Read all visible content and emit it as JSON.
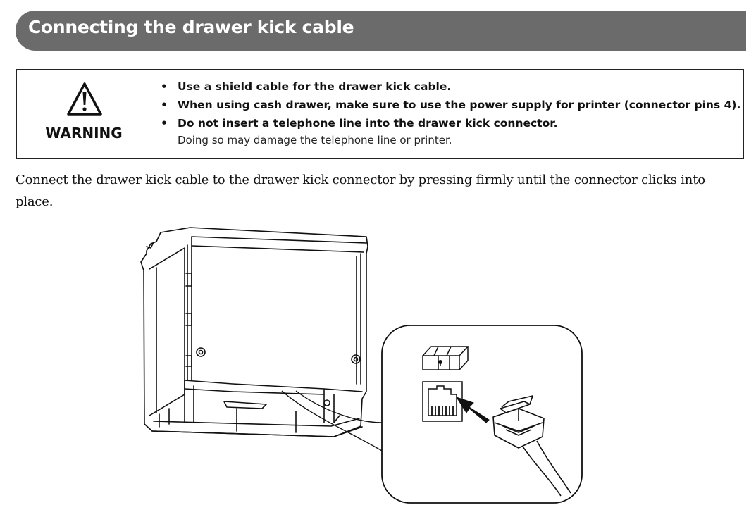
{
  "header": {
    "title": "Connecting the drawer kick cable",
    "background_color": "#6b6b6b",
    "text_color": "#ffffff"
  },
  "warning": {
    "label": "WARNING",
    "icon": "warning-triangle-icon",
    "bullet": "•",
    "items": [
      {
        "text": "Use a shield cable for the drawer kick cable."
      },
      {
        "text": "When using cash drawer, make sure to use the power supply for printer (connector pins 4)."
      },
      {
        "text": "Do not insert a telephone line into the drawer kick connector.",
        "sub": "Doing so may damage the telephone line or printer."
      }
    ]
  },
  "body": {
    "paragraph": "Connect the drawer kick cable to the drawer kick connector by pressing firmly until the connector clicks into place."
  },
  "illustration": {
    "icons": [
      "printer-rear-view",
      "connector-cover-icon",
      "drawer-kick-port-icon",
      "insert-arrow-icon",
      "modular-plug-cable-icon"
    ]
  }
}
